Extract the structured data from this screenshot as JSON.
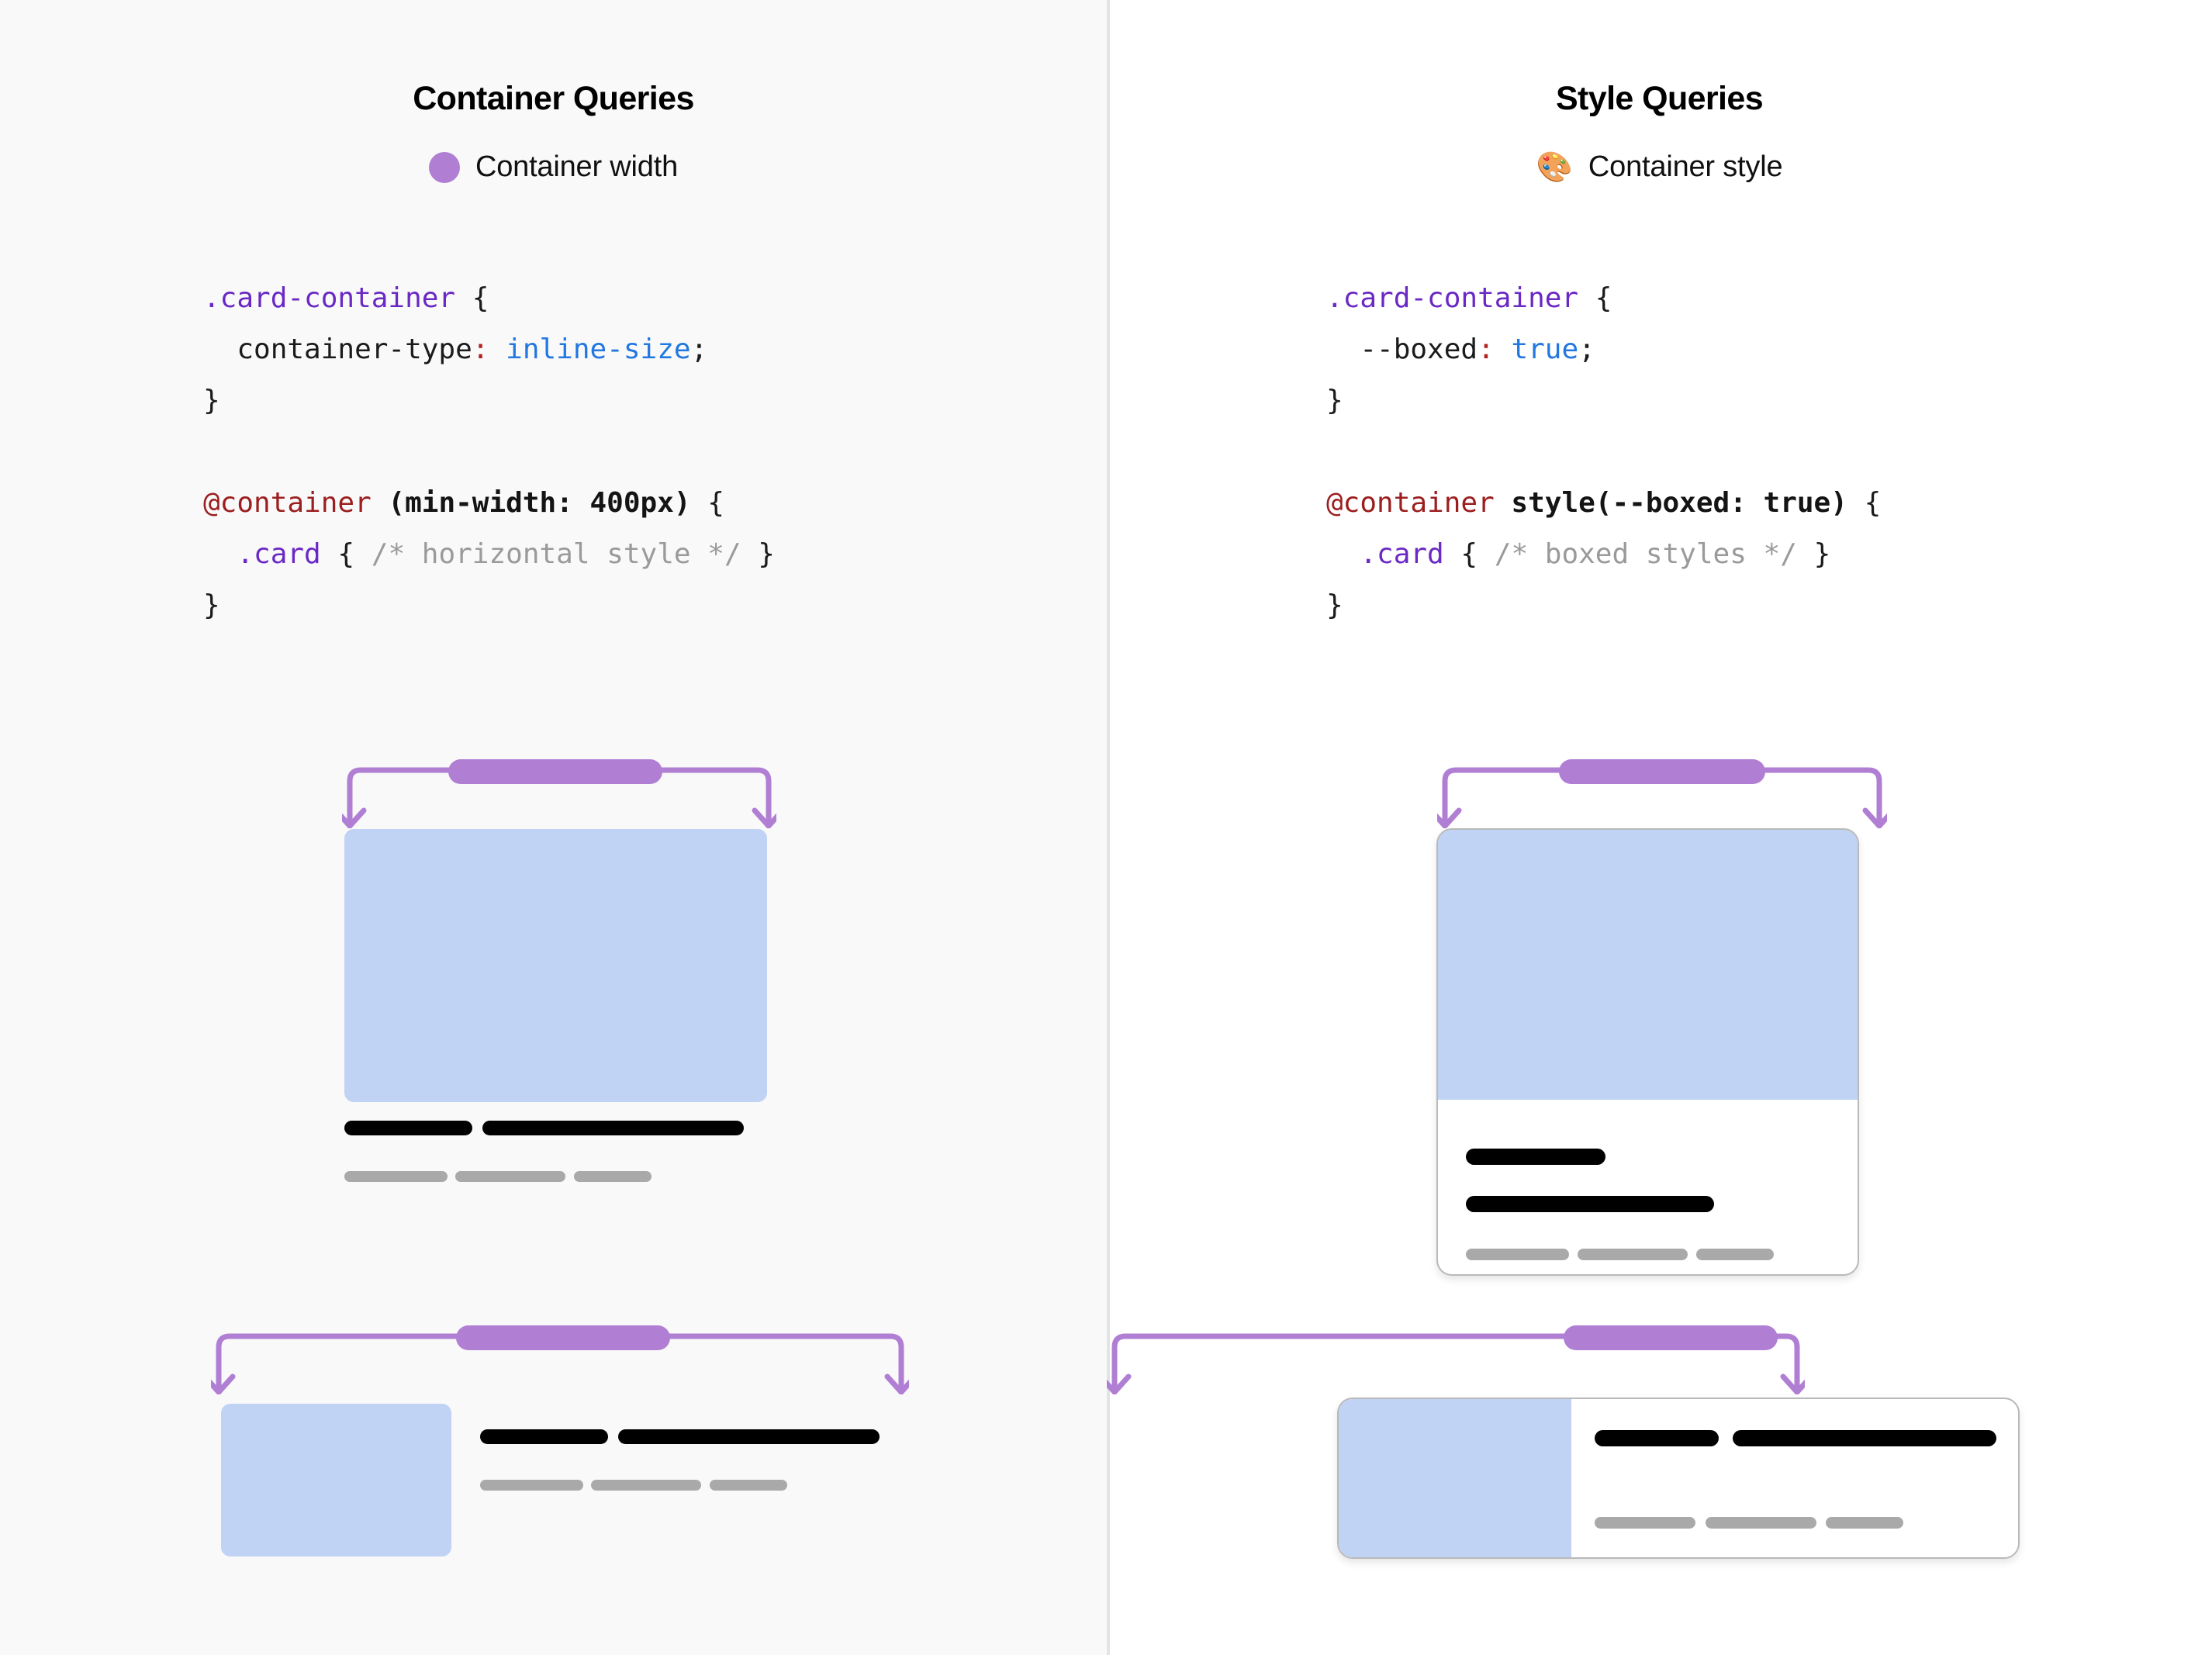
{
  "panels": {
    "left": {
      "title": "Container Queries",
      "legend": {
        "icon": "purple-dot",
        "label": "Container width"
      },
      "code": {
        "line1_selector": ".card-container",
        "line1_brace": " {",
        "line2_prop": "  container-type",
        "line2_colon": ":",
        "line2_value": " inline-size",
        "line2_semi": ";",
        "line3_brace": "}",
        "line5_at": "@container",
        "line5_cond": " (min-width: 400px)",
        "line5_brace": " {",
        "line6_indent": "  ",
        "line6_selector": ".card",
        "line6_open": " { ",
        "line6_comment": "/* horizontal style */",
        "line6_close": " }",
        "line7_brace": "}"
      }
    },
    "right": {
      "title": "Style Queries",
      "legend": {
        "icon": "palette-emoji",
        "glyph": "🎨",
        "label": "Container style"
      },
      "code": {
        "line1_selector": ".card-container",
        "line1_brace": " {",
        "line2_prop": "  --boxed",
        "line2_colon": ":",
        "line2_value": " true",
        "line2_semi": ";",
        "line3_brace": "}",
        "line5_at": "@container",
        "line5_cond": " style(--boxed: true)",
        "line5_brace": " {",
        "line6_indent": "  ",
        "line6_selector": ".card",
        "line6_open": " { ",
        "line6_comment": "/* boxed styles */",
        "line6_close": " }",
        "line7_brace": "}"
      }
    }
  },
  "colors": {
    "purple": "#b07fd4",
    "blue_image": "#c0d3f5",
    "bar_black": "#000000",
    "bar_gray": "#a9a9a9",
    "panel_left_bg": "#f9f9f9",
    "panel_right_bg": "#ffffff",
    "divider": "#e4e4e4",
    "card_border": "#b9b9b9",
    "syntax_selector": "#6a29c4",
    "syntax_value": "#2277e0",
    "syntax_at": "#9c1f1f",
    "syntax_colon": "#b32020",
    "syntax_comment": "#9a9a9a"
  },
  "diagram": {
    "left_stacked": {
      "variant": "unboxed-vertical",
      "bracket_label": "container-width-bracket"
    },
    "left_horizontal": {
      "variant": "unboxed-horizontal",
      "bracket_label": "container-width-bracket"
    },
    "right_stacked": {
      "variant": "boxed-vertical",
      "bracket_label": "container-style-bracket"
    },
    "right_horizontal": {
      "variant": "boxed-horizontal",
      "bracket_label": "container-style-bracket"
    }
  }
}
